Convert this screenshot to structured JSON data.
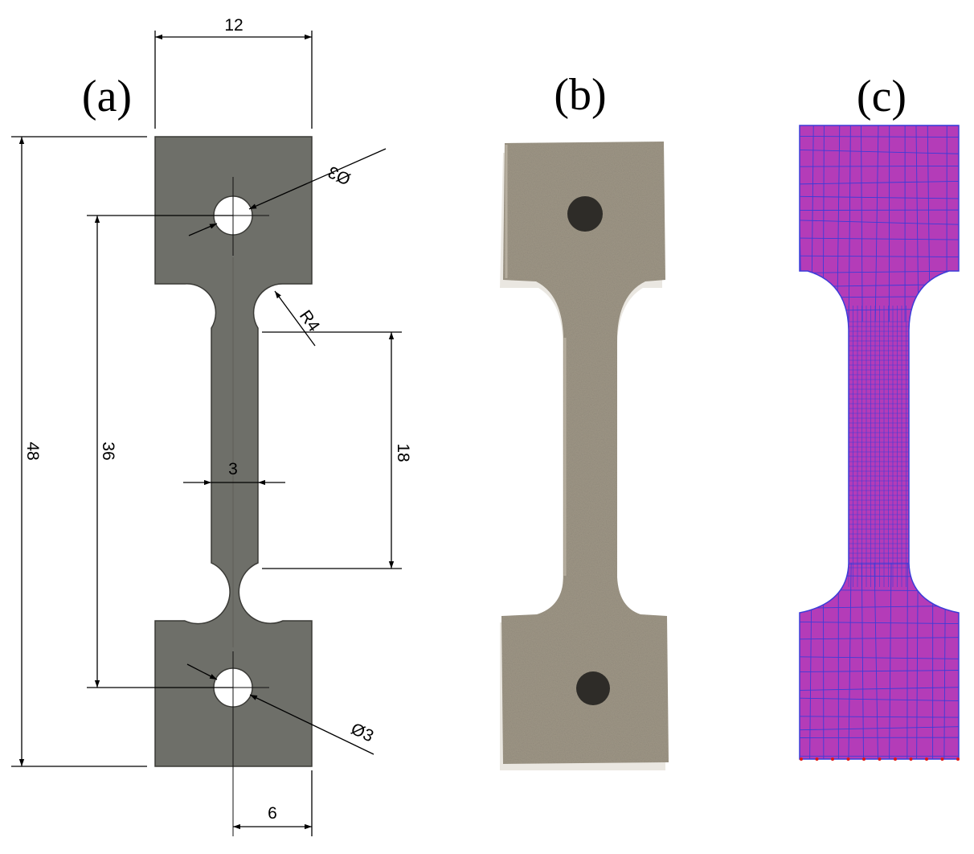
{
  "panels": [
    {
      "id": "a",
      "label": "(a)"
    },
    {
      "id": "b",
      "label": "(b)"
    },
    {
      "id": "c",
      "label": "(c)"
    }
  ],
  "dimensions": {
    "grip_width": "12",
    "total_length": "48",
    "hole_spacing": "36",
    "gauge_width": "3",
    "gauge_length": "18",
    "fillet_radius": "R4",
    "hole_diameter_top": "Ø3",
    "hole_diameter_bottom": "Ø3",
    "hole_offset": "6"
  },
  "colors": {
    "drawing_fill": "#6e6f69",
    "photo_fill": "#9e9686",
    "photo_hole": "#2e2c28",
    "mesh_fill": "#b43cb8",
    "mesh_lines": "#3c3cd8",
    "boundary_marks": "#e01818"
  }
}
